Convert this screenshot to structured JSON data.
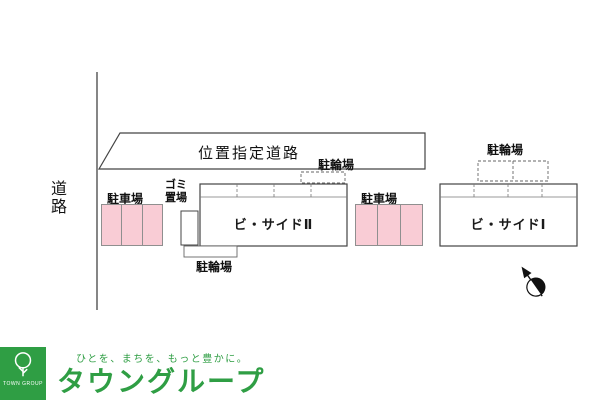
{
  "plan": {
    "road": "道路",
    "designated_road": "位置指定道路",
    "bike_top": "駐輪場",
    "bike_right": "駐輪場",
    "bike_bottom": "駐輪場",
    "parking_left": "駐車場",
    "parking_middle": "駐車場",
    "garbage": "ゴミ置場",
    "building2": "ビ・サイドⅡ",
    "building1": "ビ・サイドⅠ"
  },
  "footer": {
    "tagline": "ひとを、まちを、もっと豊かに。",
    "brand": "タウングループ",
    "logo_caption": "TOWN GROUP"
  },
  "colors": {
    "brand_green": "#2f9e44",
    "stall_pink": "#f9ccd5",
    "line": "#444444"
  }
}
